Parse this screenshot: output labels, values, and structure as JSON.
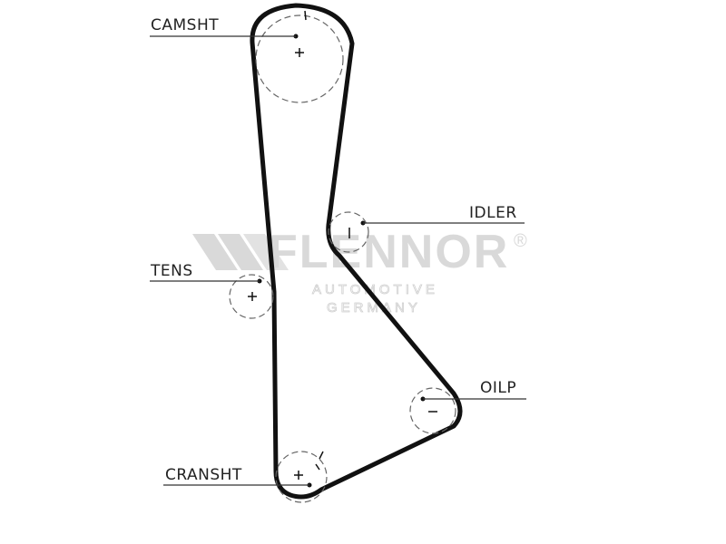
{
  "watermark": {
    "brand": "FLENNOR",
    "registered": "®",
    "line1": "AUTOMOTIVE",
    "line2": "GERMANY"
  },
  "labels": {
    "camshaft": "CAMSHT",
    "idler": "IDLER",
    "tensioner": "TENS",
    "oil_pump": "OILP",
    "crankshaft": "CRANSHT"
  },
  "colors": {
    "belt": "#111111",
    "watermark": "#d9d9d9",
    "text": "#222222"
  }
}
